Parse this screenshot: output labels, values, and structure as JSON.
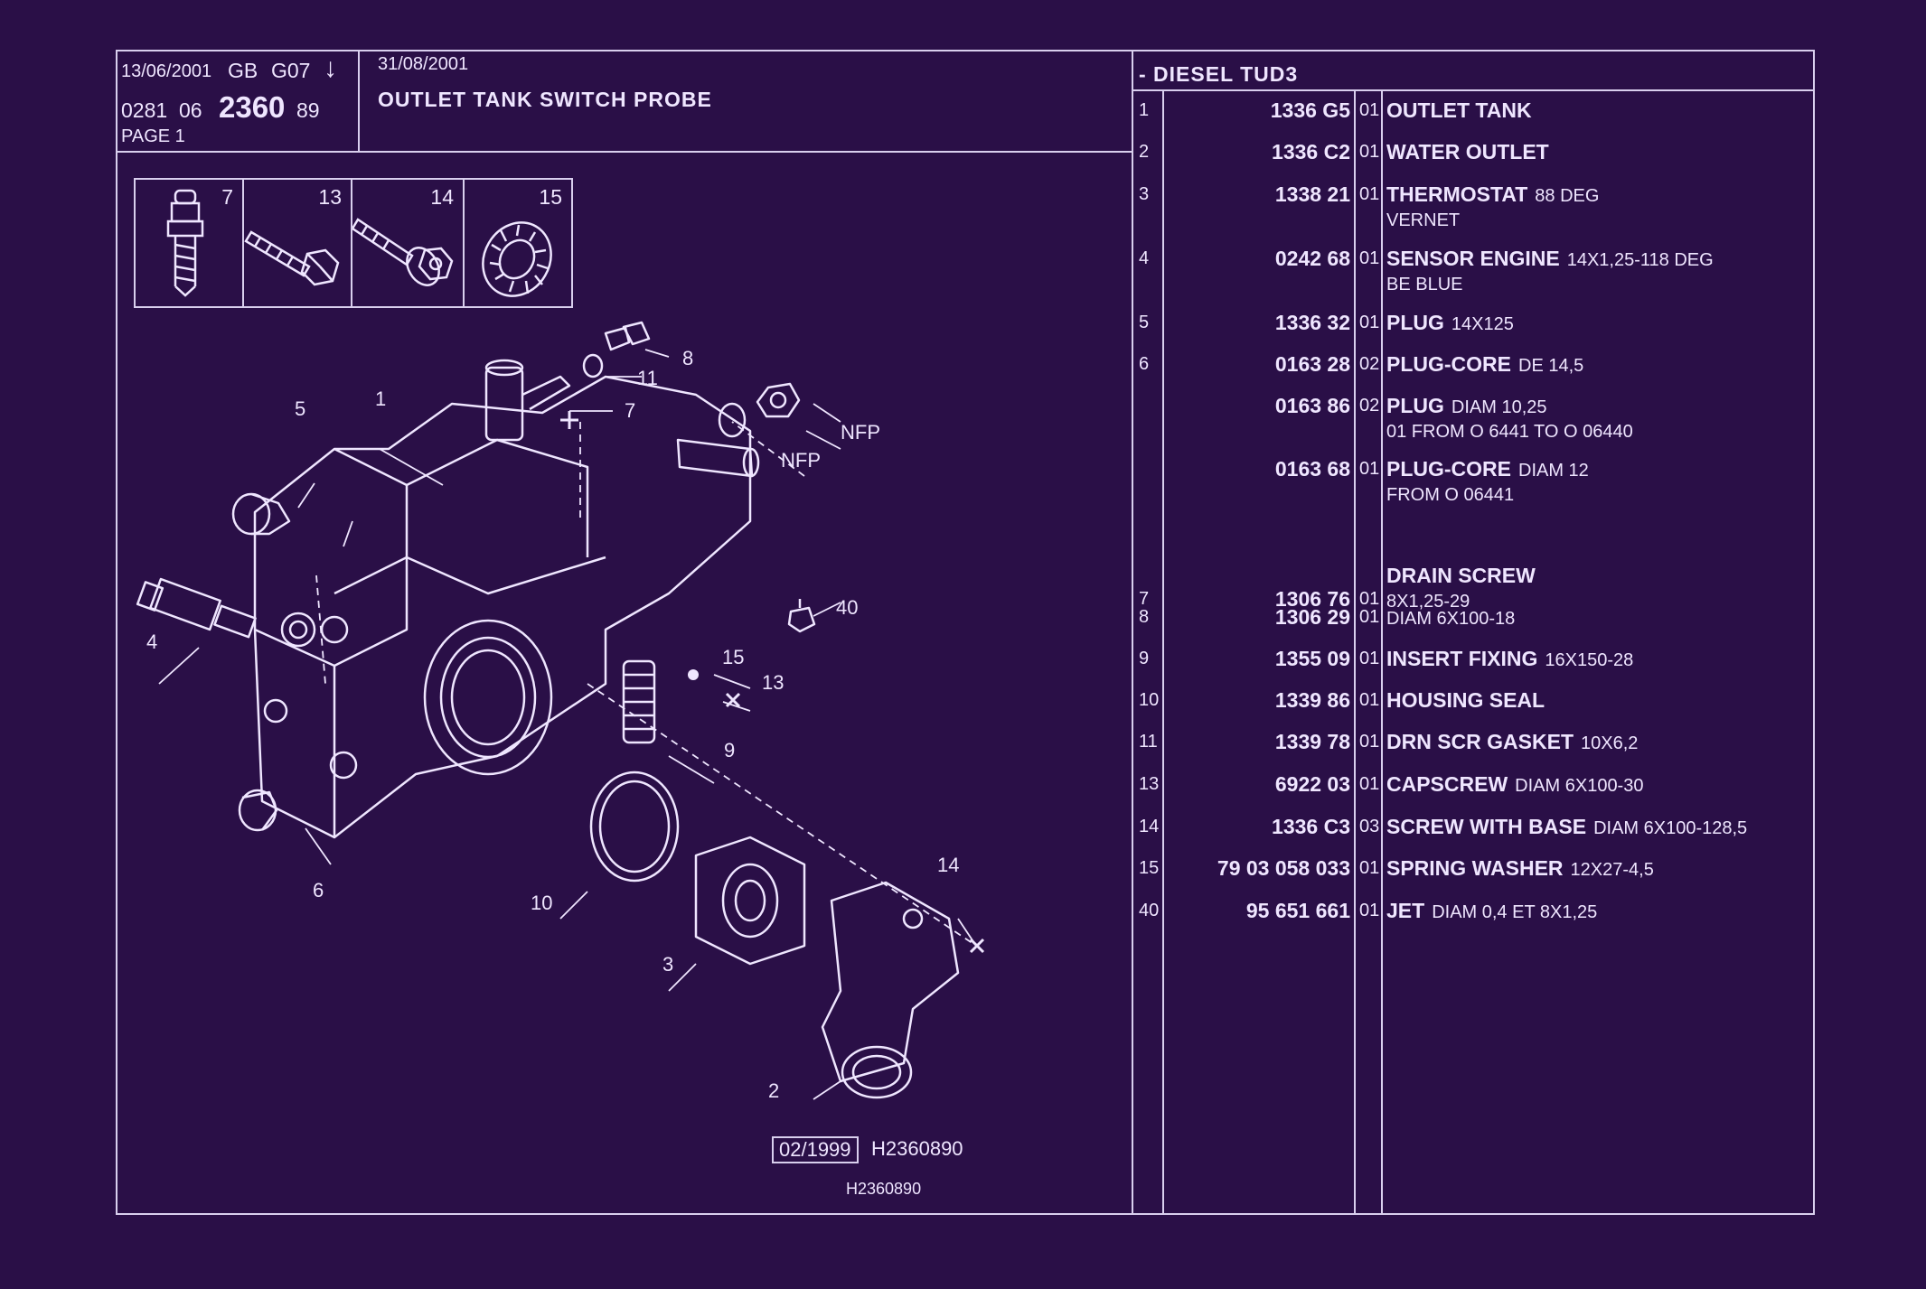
{
  "header": {
    "print_date": "13/06/2001",
    "lang": "GB",
    "group": "G07",
    "arrow": "↓",
    "ref_prefix": "0281",
    "ref_part": "06",
    "ref_main": "2360",
    "ref_suffix": "89",
    "page": "PAGE 1",
    "edit_date": "31/08/2001",
    "title": "OUTLET TANK SWITCH PROBE"
  },
  "thumbnails": [
    {
      "num": "7",
      "icon": "drain-screw-icon"
    },
    {
      "num": "13",
      "icon": "capscrew-icon"
    },
    {
      "num": "14",
      "icon": "screw-with-base-icon"
    },
    {
      "num": "15",
      "icon": "spring-washer-icon"
    }
  ],
  "callouts": {
    "c1": "1",
    "c2": "2",
    "c3": "3",
    "c4": "4",
    "c5": "5",
    "c6": "6",
    "c7": "7",
    "c8": "8",
    "c9": "9",
    "c10": "10",
    "c11": "11",
    "c13": "13",
    "c14": "14",
    "c15": "15",
    "c40": "40",
    "nfp1": "NFP",
    "nfp2": "NFP"
  },
  "footer": {
    "stamp_date": "02/1999",
    "stamp_code": "H2360890",
    "drawing_code": "H2360890"
  },
  "table": {
    "title": "- DIESEL TUD3",
    "rows": [
      {
        "idx": "1",
        "ref": "1336 G5",
        "qty": "01",
        "name": "OUTLET TANK",
        "extra": "",
        "line2": ""
      },
      {
        "idx": "2",
        "ref": "1336 C2",
        "qty": "01",
        "name": "WATER OUTLET",
        "extra": "",
        "line2": ""
      },
      {
        "idx": "3",
        "ref": "1338 21",
        "qty": "01",
        "name": "THERMOSTAT",
        "extra": "88 DEG",
        "line2": "VERNET"
      },
      {
        "idx": "4",
        "ref": "0242 68",
        "qty": "01",
        "name": "SENSOR ENGINE",
        "extra": "14X1,25-118 DEG",
        "line2": "BE BLUE"
      },
      {
        "idx": "5",
        "ref": "1336 32",
        "qty": "01",
        "name": "PLUG",
        "extra": "14X125",
        "line2": ""
      },
      {
        "idx": "6",
        "ref": "0163 28",
        "qty": "02",
        "name": "PLUG-CORE",
        "extra": "DE 14,5",
        "line2": ""
      },
      {
        "idx": "",
        "ref": "0163 86",
        "qty": "02",
        "name": "PLUG",
        "extra": "DIAM 10,25",
        "line2": "01 FROM O 6441 TO  O  06440"
      },
      {
        "idx": "",
        "ref": "0163 68",
        "qty": "01",
        "name": "PLUG-CORE",
        "extra": "DIAM 12",
        "line2": "FROM  O  06441"
      },
      {
        "idx": "7",
        "ref": "1306 76",
        "qty": "01",
        "name": "DRAIN SCREW",
        "extra": "",
        "line2": "8X1,25-29"
      },
      {
        "idx": "8",
        "ref": "1306 29",
        "qty": "01",
        "name": "",
        "extra": "DIAM 6X100-18",
        "line2": ""
      },
      {
        "idx": "9",
        "ref": "1355 09",
        "qty": "01",
        "name": "INSERT FIXING",
        "extra": "16X150-28",
        "line2": ""
      },
      {
        "idx": "10",
        "ref": "1339 86",
        "qty": "01",
        "name": "HOUSING SEAL",
        "extra": "",
        "line2": ""
      },
      {
        "idx": "11",
        "ref": "1339 78",
        "qty": "01",
        "name": "DRN SCR GASKET",
        "extra": "10X6,2",
        "line2": ""
      },
      {
        "idx": "13",
        "ref": "6922 03",
        "qty": "01",
        "name": "CAPSCREW",
        "extra": "DIAM 6X100-30",
        "line2": ""
      },
      {
        "idx": "14",
        "ref": "1336 C3",
        "qty": "03",
        "name": "SCREW WITH BASE",
        "extra": "DIAM 6X100-128,5",
        "line2": ""
      },
      {
        "idx": "15",
        "ref": "79 03 058 033",
        "qty": "01",
        "name": "SPRING WASHER",
        "extra": "12X27-4,5",
        "line2": ""
      },
      {
        "idx": "40",
        "ref": "95 651 661",
        "qty": "01",
        "name": "JET",
        "extra": "DIAM 0,4 ET 8X1,25",
        "line2": ""
      }
    ]
  }
}
